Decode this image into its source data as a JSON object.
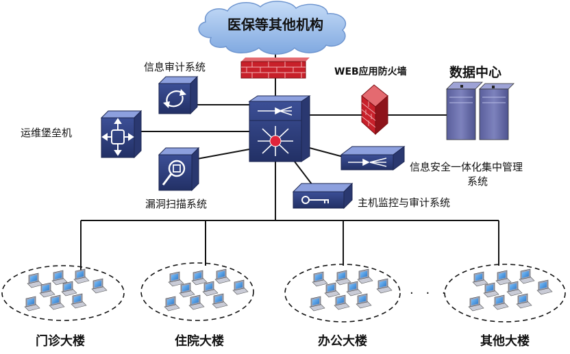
{
  "cloud": {
    "label": "医保等其他机构"
  },
  "nodes": {
    "audit": "信息审计系统",
    "bastion": "运维堡垒机",
    "vuln": "漏洞扫描系统",
    "waf": "WEB应用防火墙",
    "datacenter": "数据中心",
    "secmgmt_line1": "信息安全一体化集中管理",
    "secmgmt_line2": "系统",
    "hostmon": "主机监控与审计系统"
  },
  "buildings": [
    {
      "label": "门诊大楼"
    },
    {
      "label": "住院大楼"
    },
    {
      "label": "办公大楼"
    },
    {
      "label": "其他大楼"
    }
  ],
  "ellipsis": "· · ·",
  "colors": {
    "device_dark": "#2a3b73",
    "device_mid": "#4a5da8",
    "device_light": "#6f83c9",
    "cloud": "#9fc3ee",
    "firewall_red": "#c8202a",
    "server": "#6b6fa8",
    "monitor": "#3f8fd8"
  }
}
